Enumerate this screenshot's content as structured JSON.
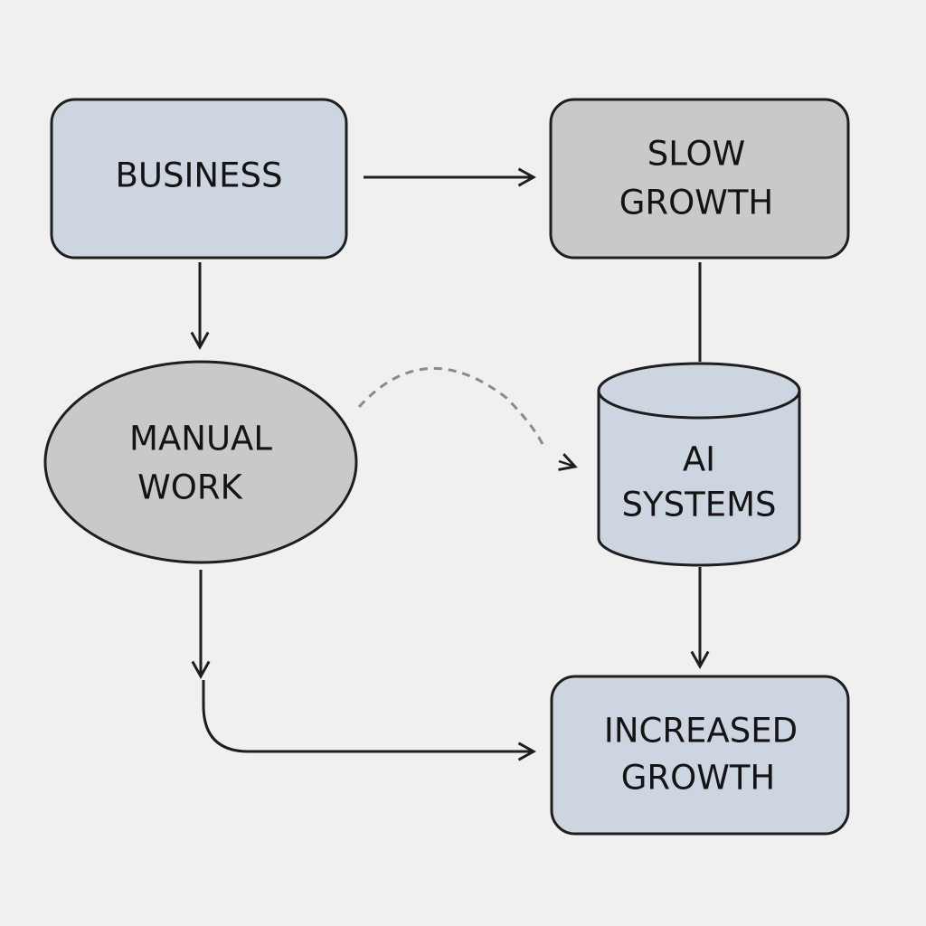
{
  "nodes": {
    "business": {
      "label": "BUSINESS"
    },
    "slow_growth": {
      "line1": "SLOW",
      "line2": "GROWTH"
    },
    "manual_work": {
      "line1": "MANUAL",
      "line2": "WORK"
    },
    "ai_systems": {
      "line1": "AI",
      "line2": "SYSTEMS"
    },
    "increased_growth": {
      "line1": "INCREASED",
      "line2": "GROWTH"
    }
  },
  "colors": {
    "background": "#f0f0f0",
    "blue_fill": "#cdd5e0",
    "gray_fill": "#c9c9c9",
    "stroke": "#1e1e1e",
    "dashed": "#8a8a8a"
  }
}
